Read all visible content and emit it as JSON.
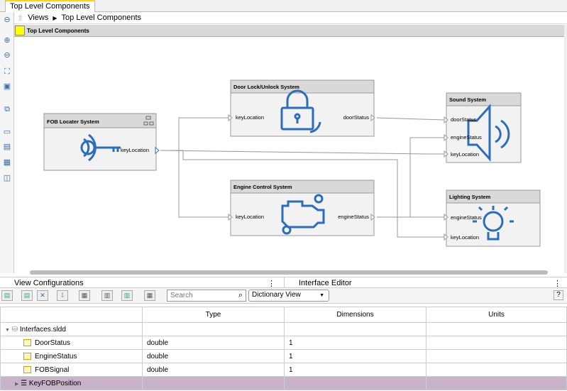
{
  "tab": {
    "title": "Top Level Components"
  },
  "breadcrumb": {
    "root": "Views",
    "current": "Top Level Components"
  },
  "header": {
    "title": "Top Level Components"
  },
  "components": [
    {
      "name": "FOB Locater System",
      "ports_out": [
        "keyLocation"
      ],
      "ports_in": [],
      "icon": "key-fob-icon"
    },
    {
      "name": "Door Lock/Unlock System",
      "ports_in": [
        "keyLocation"
      ],
      "ports_out": [
        "doorStatus"
      ],
      "icon": "lock-icon"
    },
    {
      "name": "Engine Control System",
      "ports_in": [
        "keyLocation"
      ],
      "ports_out": [
        "engineStatus"
      ],
      "icon": "engine-icon"
    },
    {
      "name": "Sound System",
      "ports_in": [
        "doorStatus",
        "engineStatus",
        "keyLocation"
      ],
      "ports_out": [],
      "icon": "speaker-icon"
    },
    {
      "name": "Lighting System",
      "ports_in": [
        "engineStatus",
        "keyLocation"
      ],
      "ports_out": [],
      "icon": "lightbulb-icon"
    }
  ],
  "panels": {
    "left": "View Configurations",
    "right": "Interface Editor"
  },
  "toolbar": {
    "search_placeholder": "Search",
    "view_select": "Dictionary View"
  },
  "table": {
    "columns": [
      "",
      "Type",
      "Dimensions",
      "Units"
    ],
    "root": "Interfaces.sldd",
    "rows": [
      {
        "name": "DoorStatus",
        "type": "double",
        "dims": "1",
        "units": ""
      },
      {
        "name": "EngineStatus",
        "type": "double",
        "dims": "1",
        "units": ""
      },
      {
        "name": "FOBSignal",
        "type": "double",
        "dims": "1",
        "units": ""
      }
    ],
    "selected": {
      "name": "KeyFOBPosition"
    }
  },
  "colors": {
    "accent": "#2a6ebb",
    "selected_row": "#c9b3c9",
    "header_swatch": "#ffff00"
  }
}
